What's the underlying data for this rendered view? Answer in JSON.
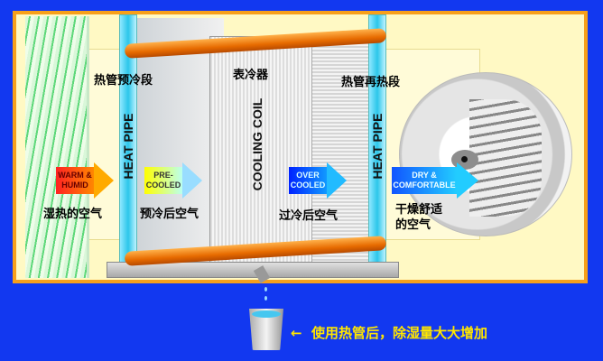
{
  "labels": {
    "precool_section": "热管预冷段",
    "cooling_coil": "表冷器",
    "reheat_section": "热管再热段",
    "heat_pipe": "HEAT PIPE",
    "cooling_coil_en": "COOLING COIL"
  },
  "arrows": [
    {
      "en": "WARM & HUMID",
      "cn": "湿热的空气"
    },
    {
      "en": "PRE-COOLED",
      "cn": "预冷后空气"
    },
    {
      "en": "OVER COOLED",
      "cn": "过冷后空气"
    },
    {
      "en": "DRY & COMFORTABLE",
      "cn": "干燥舒适的空气"
    }
  ],
  "note": {
    "arrow": "←",
    "text": "使用热管后，除湿量大大增加"
  }
}
